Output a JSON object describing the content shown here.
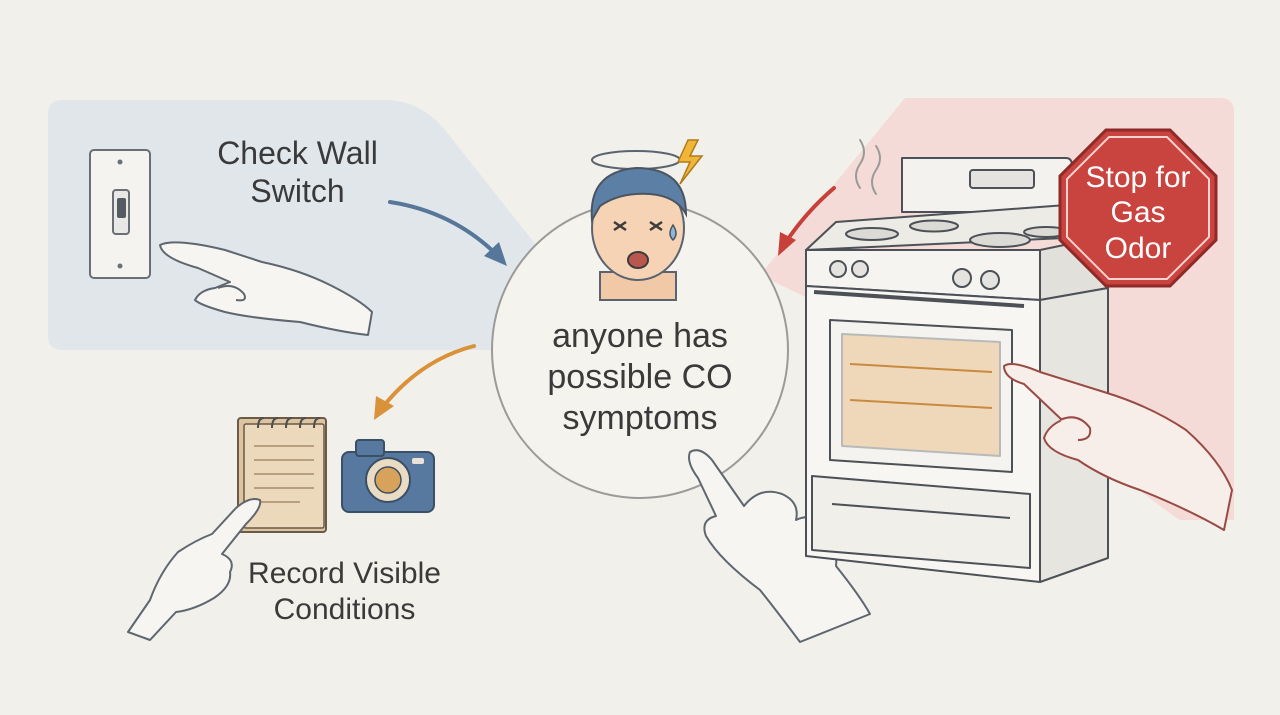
{
  "steps": {
    "wall_switch": {
      "line1": "Check Wall",
      "line2": "Switch"
    },
    "symptoms": {
      "line1": "anyone has",
      "line2": "possible CO",
      "line3": "symptoms"
    },
    "record": {
      "line1": "Record Visible",
      "line2": "Conditions"
    },
    "gas_odor": {
      "line1": "Stop for",
      "line2": "Gas",
      "line3": "Odor"
    }
  },
  "colors": {
    "background": "#f2f0ea",
    "blue_panel": "#dfe5ea",
    "red_panel": "#f3d9d6",
    "blue_arrow": "#56779a",
    "orange_arrow": "#d9923a",
    "red_arrow": "#c8403a",
    "stop_sign": "#c9433f",
    "ink": "#3a3a3a"
  },
  "icons": [
    "wall-switch-icon",
    "pointing-hand-icon",
    "dizzy-person-icon",
    "lightning-icon",
    "notepad-icon",
    "camera-icon",
    "stove-icon",
    "stop-sign-icon",
    "heat-wave-icon"
  ]
}
